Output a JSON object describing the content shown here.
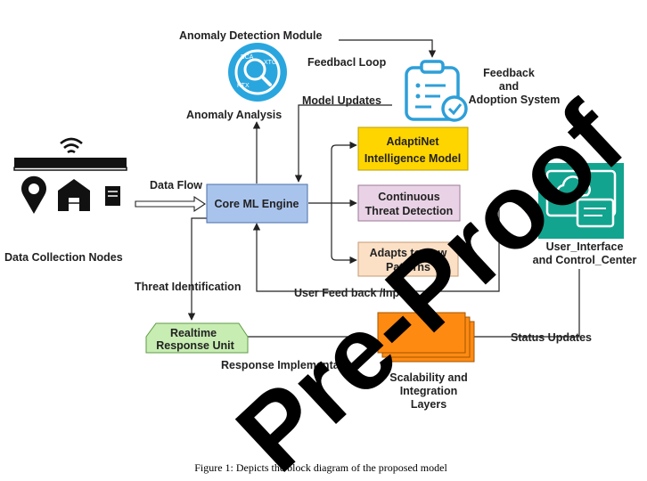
{
  "nodes": {
    "anomaly_module": "Anomaly Detection  Module",
    "feedback_loop": "Feedbacl Loop",
    "feedback_system": [
      "Feedback",
      "and",
      "Adoption System"
    ],
    "anomaly_analysis": "Anomaly Analysis",
    "model_updates": "Model Updates",
    "data_collection": "Data Collection Nodes",
    "data_flow": "Data Flow",
    "core_engine": "Core ML Engine",
    "adaptinet": [
      "AdaptiNet",
      "Intelligence Model"
    ],
    "continuous": [
      "Continuous",
      "Threat Detection"
    ],
    "adapts": [
      "Adapts to New",
      "Patterns"
    ],
    "user_interface": [
      "User_Interface",
      "and Control_Center"
    ],
    "threat_identification": "Threat Identification",
    "user_feedback": "User Feed back /Input",
    "realtime": [
      "Realtime",
      "Response Unit"
    ],
    "status_updates": "Status Updates",
    "response_implementation": "Response Implementation",
    "scalability": [
      "Scalability and",
      "Integration",
      "Layers"
    ]
  },
  "caption": "Figure 1: Depicts the block diagram of the proposed model",
  "watermark": "Pre-Proof",
  "colors": {
    "core": "#a9c4ec",
    "adaptinet": "#ffd500",
    "continuous": "#e9d2e6",
    "adapts": "#fbe0c6",
    "realtime": "#c7edb2",
    "layers": "#ff8a12",
    "teal": "#12a48f",
    "icon_blue": "#2e9fd8"
  }
}
